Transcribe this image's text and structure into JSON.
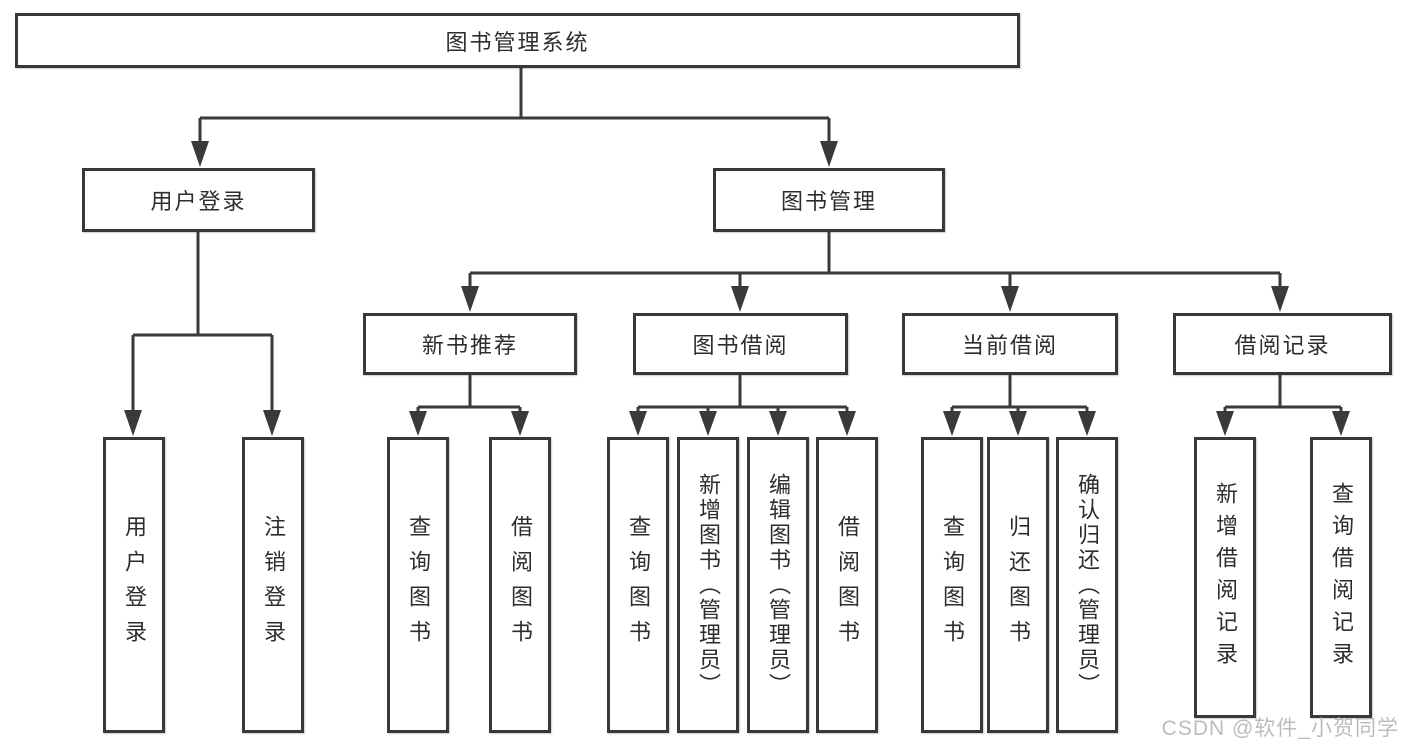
{
  "diagram": {
    "root": "图书管理系统",
    "user_branch": {
      "label": "用户登录",
      "children": [
        "用户登录",
        "注销登录"
      ]
    },
    "management_branch": {
      "label": "图书管理",
      "sections": [
        {
          "label": "新书推荐",
          "children": [
            "查询图书",
            "借阅图书"
          ]
        },
        {
          "label": "图书借阅",
          "children": [
            "查询图书",
            "新增图书（管理员）",
            "编辑图书（管理员）",
            "借阅图书"
          ]
        },
        {
          "label": "当前借阅",
          "children": [
            "查询图书",
            "归还图书",
            "确认归还（管理员）"
          ]
        },
        {
          "label": "借阅记录",
          "children": [
            "新增借阅记录",
            "查询借阅记录"
          ]
        }
      ]
    },
    "watermark": "CSDN @软件_小贺同学",
    "colors": {
      "line": "#3a3a3a",
      "box_border": "#383838",
      "text": "#2d2d2d",
      "background": "#ffffff",
      "watermark": "#bcbcbc"
    }
  }
}
